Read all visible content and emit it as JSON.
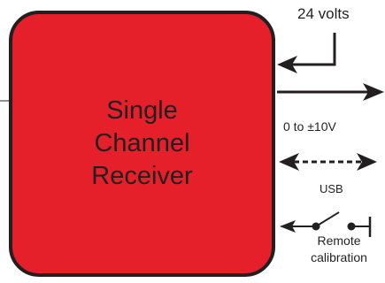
{
  "receiver": {
    "line1": "Single",
    "line2": "Channel",
    "line3": "Receiver",
    "fill_color": "#e5202a",
    "border_color": "#231f20"
  },
  "power": {
    "label": "24  volts"
  },
  "output": {
    "label": "0 to ±10V"
  },
  "usb": {
    "label": "USB"
  },
  "remote": {
    "line1": "Remote",
    "line2": "calibration"
  },
  "colors": {
    "line": "#231f20",
    "background": "#ffffff"
  }
}
